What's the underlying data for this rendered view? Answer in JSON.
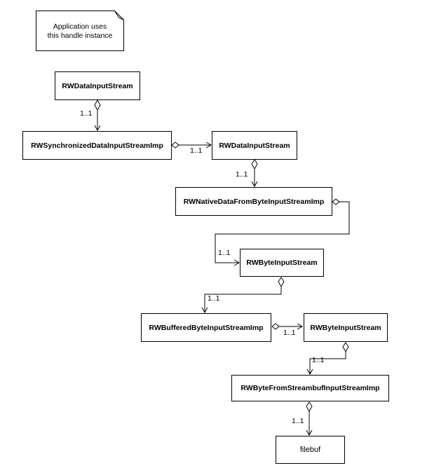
{
  "colors": {
    "background": "#ffffff",
    "line": "#000000",
    "box_fill": "#ffffff",
    "text": "#000000"
  },
  "note": {
    "line1": "Application uses",
    "line2": "this handle instance"
  },
  "nodes": [
    {
      "label": "RWDataInputStream"
    },
    {
      "label": "RWSynchronizedDataInputStreamImp"
    },
    {
      "label": "RWDataInputStream"
    },
    {
      "label": "RWNativeDataFromByteInputStreamImp"
    },
    {
      "label": "RWByteInputStream"
    },
    {
      "label": "RWBufferedByteInputStreamImp"
    },
    {
      "label": "RWByteInputStream"
    },
    {
      "label": "RWByteFromStreambufInputStreamImp"
    },
    {
      "label": "filebuf"
    }
  ],
  "connectors": [
    {
      "from": "RWDataInputStream",
      "to": "RWSynchronizedDataInputStreamImp",
      "label": "1..1",
      "source_end": "open-diamond",
      "target_end": "open-arrow"
    },
    {
      "from": "RWSynchronizedDataInputStreamImp",
      "to": "RWDataInputStream",
      "label": "1..1",
      "source_end": "open-diamond",
      "target_end": "open-arrow"
    },
    {
      "from": "RWDataInputStream",
      "to": "RWNativeDataFromByteInputStreamImp",
      "label": "1..1",
      "source_end": "open-diamond",
      "target_end": "open-arrow"
    },
    {
      "from": "RWNativeDataFromByteInputStreamImp",
      "to": "RWByteInputStream",
      "label": "1..1",
      "source_end": "open-diamond",
      "target_end": "open-arrow"
    },
    {
      "from": "RWByteInputStream",
      "to": "RWBufferedByteInputStreamImp",
      "label": "1..1",
      "source_end": "open-diamond",
      "target_end": "open-arrow"
    },
    {
      "from": "RWBufferedByteInputStreamImp",
      "to": "RWByteInputStream",
      "label": "1..1",
      "source_end": "open-diamond",
      "target_end": "open-arrow"
    },
    {
      "from": "RWByteInputStream",
      "to": "RWByteFromStreambufInputStreamImp",
      "label": "1..1",
      "source_end": "open-diamond",
      "target_end": "open-arrow"
    },
    {
      "from": "RWByteFromStreambufInputStreamImp",
      "to": "filebuf",
      "label": "1..1",
      "source_end": "open-diamond",
      "target_end": "open-arrow"
    }
  ]
}
